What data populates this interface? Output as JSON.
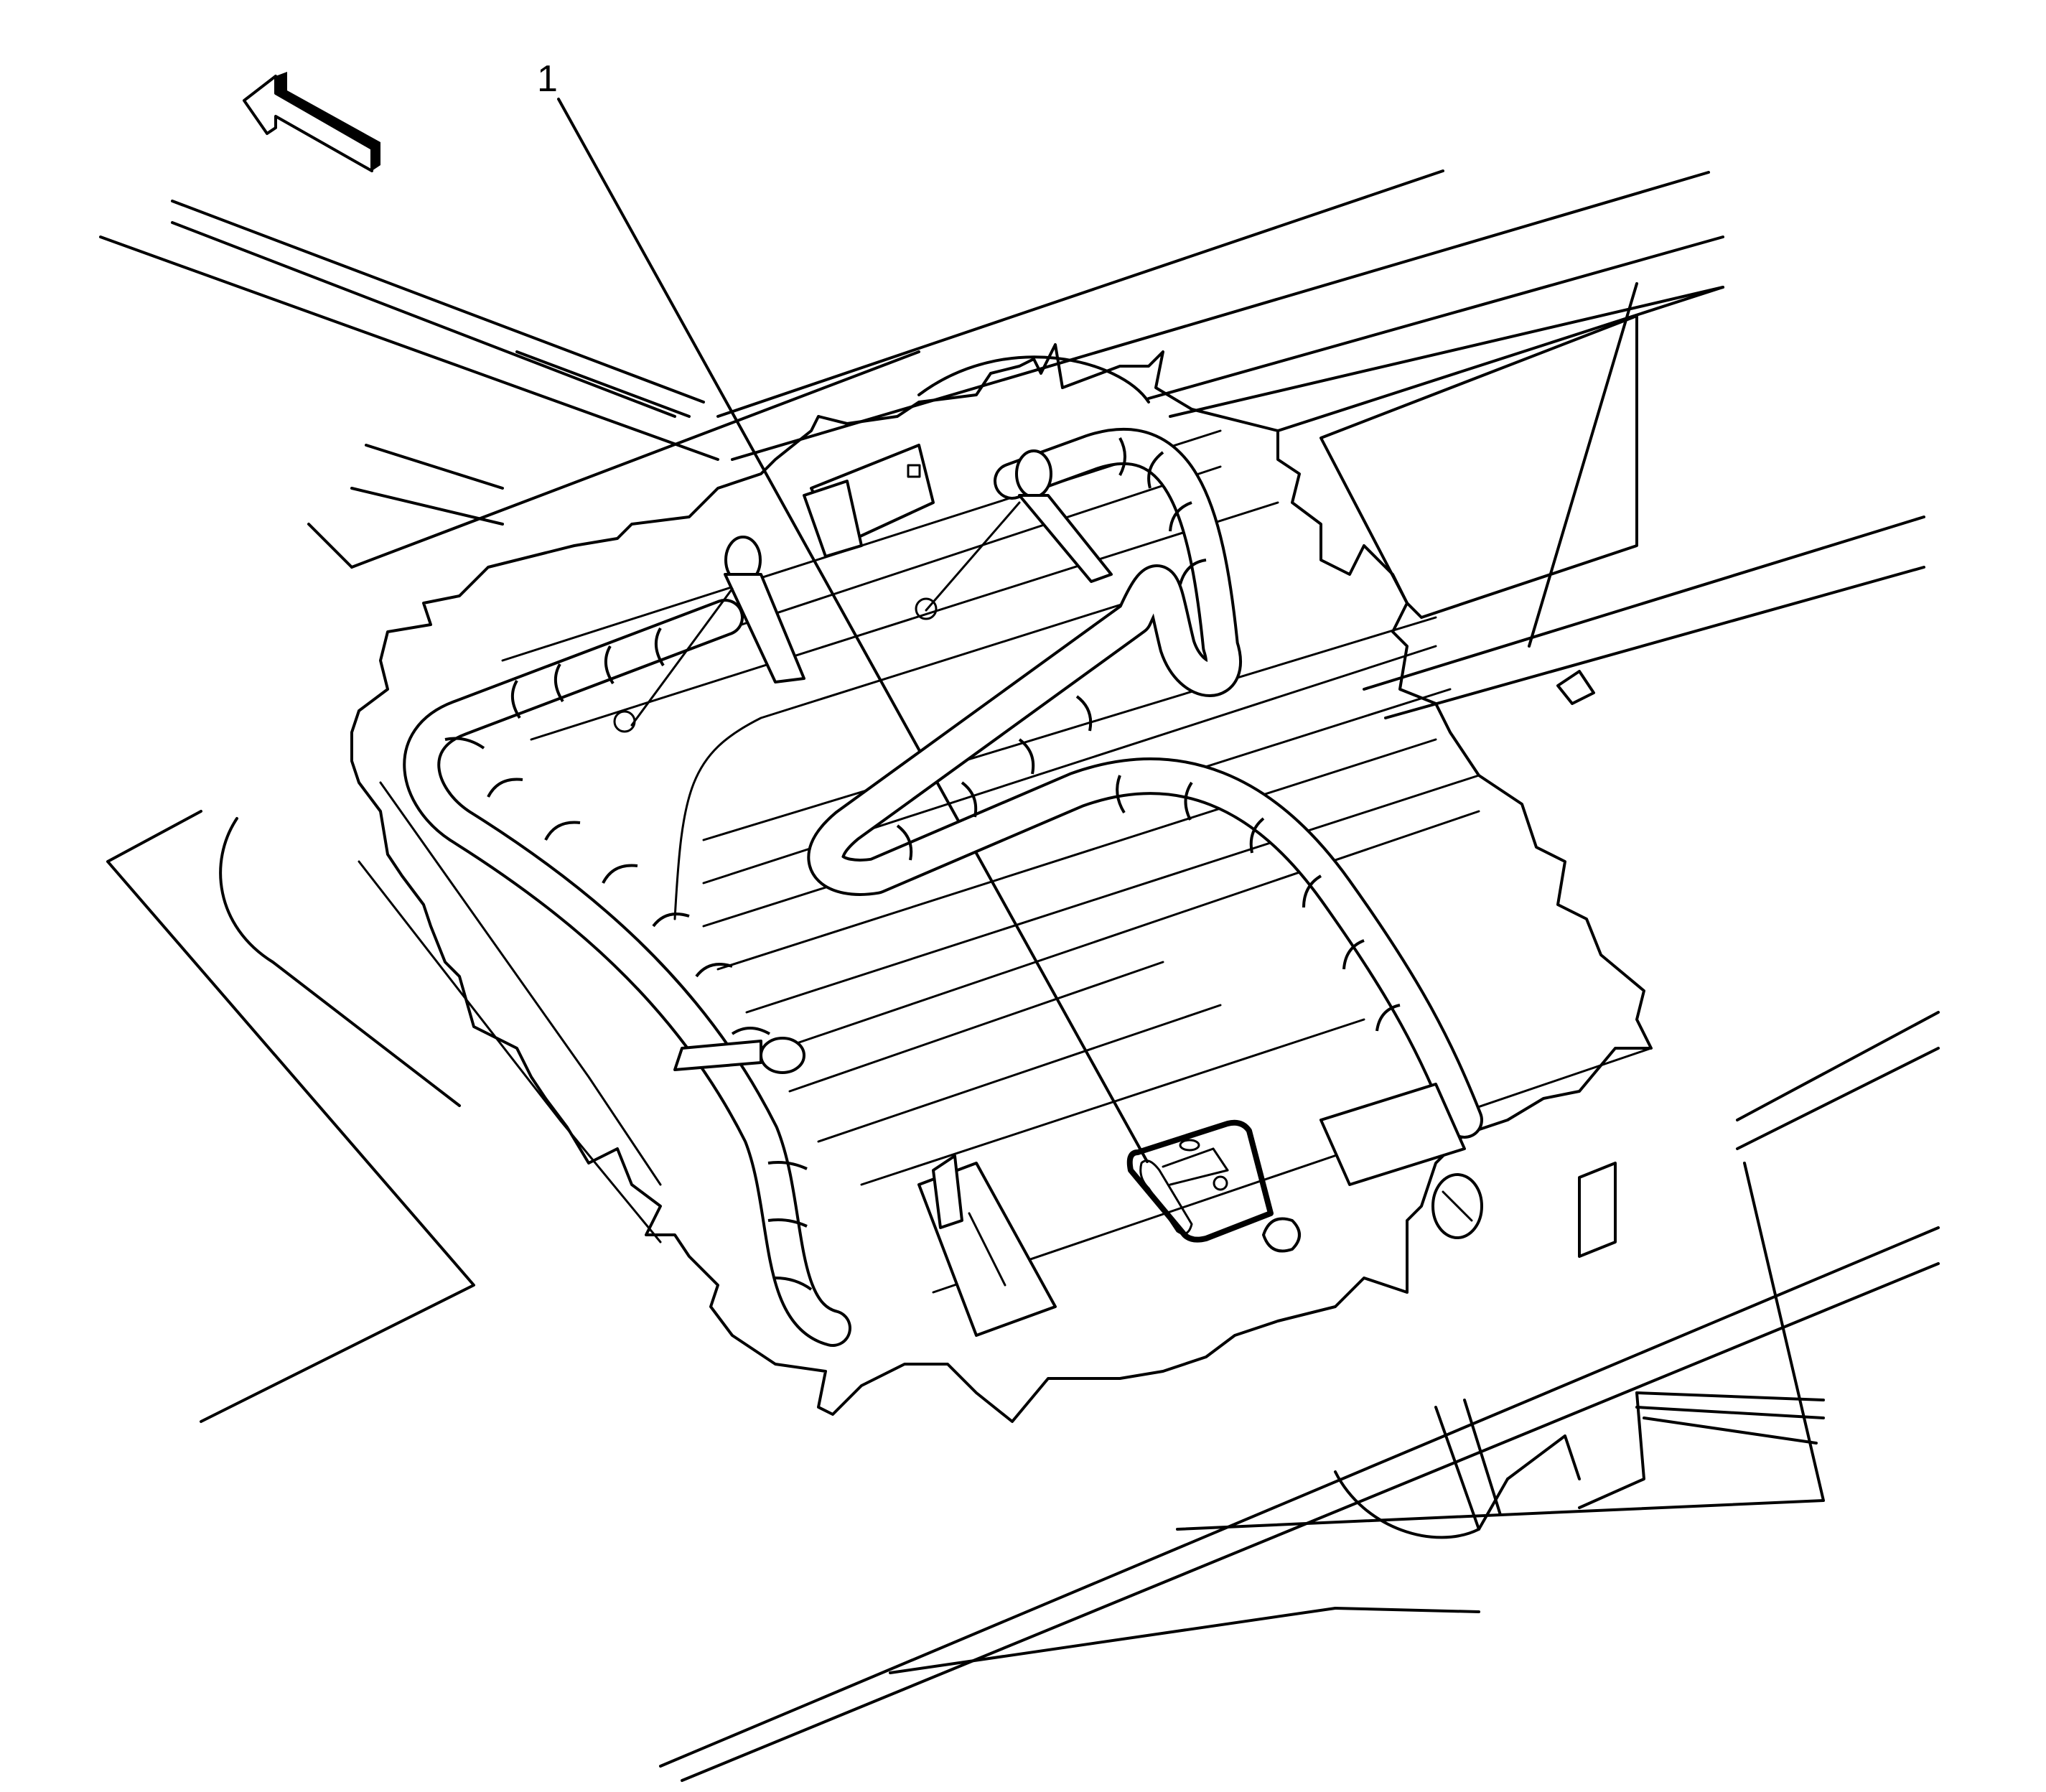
{
  "figure": {
    "type": "service-manual line illustration",
    "subject": "wiring harness routing with connectors and retaining clips under panel cutaway",
    "colors": {
      "line": "#000000",
      "background": "#ffffff"
    }
  },
  "callouts": [
    {
      "id": "1",
      "label": "1",
      "target": "highlighted electrical connector (bold outline), lower center"
    }
  ],
  "orientation_arrow": {
    "icon": "direction-arrow-icon",
    "direction": "front / upper-left"
  }
}
